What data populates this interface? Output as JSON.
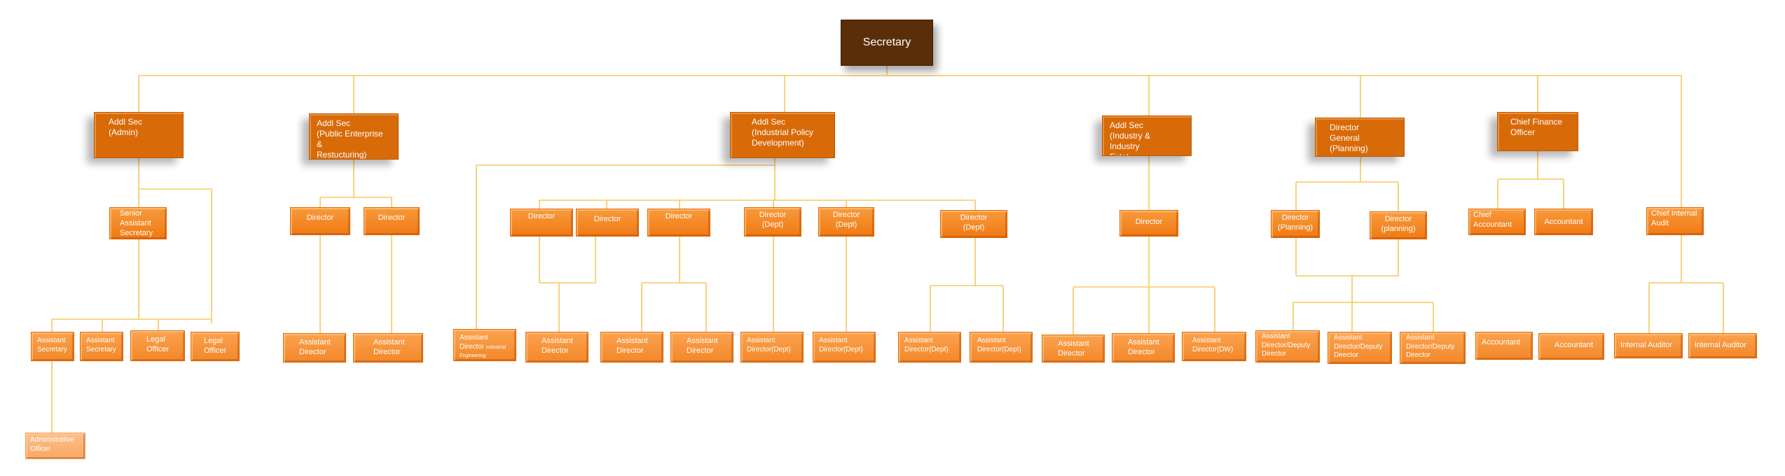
{
  "nodes": {
    "secretary": "Secretary",
    "addl_admin": "Addl Sec\n(Admin)",
    "addl_pub": "Addl Sec\n(Public Enterprise &\nRestucturing)",
    "addl_policy": "Addl Sec\n(Industrial Policy\nDevelopment)",
    "addl_ind": "Addl Sec\n(Industry & Industry\nEstat Development)",
    "dg_planning": "Director General\n(Planning)",
    "cfo": "Chief  Finance\nOfficer",
    "chief_audit": "Chief Internal\nAudit",
    "senior_asst_sec": "Senior\nAssistant\nSecretary",
    "dir_pub_1": "Director",
    "dir_pub_2": "Director",
    "dir_pol_1": "Director",
    "dir_pol_2": "Director",
    "dir_pol_3": "Director",
    "dir_pol_4": "Director\n(Dept)",
    "dir_pol_5": "Director\n(Dept)",
    "dir_pol_6": "Director\n(Dept)",
    "dir_ind": "Director",
    "dir_plan_1": "Director\n(Planning)",
    "dir_plan_2": "Director\n(planning)",
    "chief_accountant": "Chief\nAccountant",
    "accountant_l2": "Accountant",
    "asst_sec_1": "Assistant\nSecretary",
    "asst_sec_2": "Assistant\nSecretary",
    "legal_1": "Legal\nOfficer",
    "legal_2": "Legal\nOfficer",
    "ad_pub_1": "Assistant\nDirector",
    "ad_pub_2": "Assistant\nDirector",
    "ad_pol_0": "Assistant\nDirector",
    "ad_pol_0_sub": "Industrial\nEngineering",
    "ad_pol_1": "Assistant\nDirector",
    "ad_pol_2": "Assistant\nDirector",
    "ad_pol_3": "Assistant\nDirector",
    "ad_pol_4": "Assistant\nDirector(Dept)",
    "ad_pol_5": "Assistant\nDirector(Dept)",
    "ad_pol_6": "Assistant\nDirector(Dept)",
    "ad_pol_7": "Assistant\nDirector(Dept)",
    "ad_ind_1": "Assistant\nDirector",
    "ad_ind_2": "Assistant\nDirector",
    "ad_ind_3": "Assistant\nDirector(DW)",
    "ad_plan_1": "Assistant\nDirector/Deputy\nDirector",
    "ad_plan_2": "Assistant\nDirector/Deputy\nDirector",
    "ad_plan_3": "Assistant\nDirector/Deputy\nDirector",
    "accountant_1": "Accountant",
    "accountant_2": "Accountant",
    "internal_auditor_1": "Internal Auditor",
    "internal_auditor_2": "Internal Auditor",
    "admin_officer": "Administrative\nOfficer"
  }
}
